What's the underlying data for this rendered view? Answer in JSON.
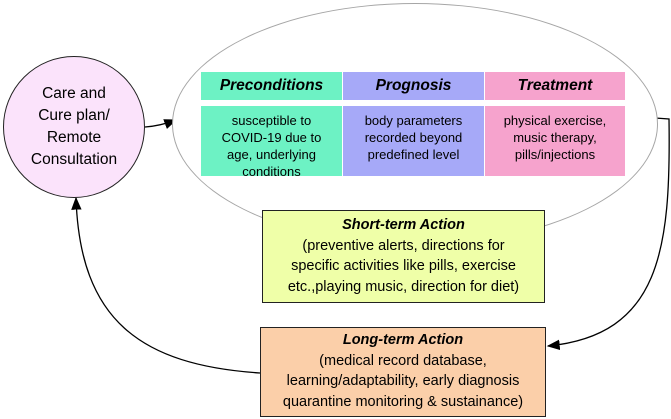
{
  "care_plan": {
    "label_lines": [
      "Care and",
      "Cure plan/",
      "Remote",
      "Consultation"
    ]
  },
  "table": {
    "headers": [
      "Preconditions",
      "Prognosis",
      "Treatment"
    ],
    "cells": [
      [
        "susceptible to",
        "COVID-19 due to",
        "age, underlying",
        "conditions"
      ],
      [
        "body parameters",
        "recorded beyond",
        "predefined level"
      ],
      [
        "physical exercise,",
        "music therapy,",
        "pills/injections"
      ]
    ]
  },
  "short_term": {
    "title": "Short-term Action",
    "lines": [
      "(preventive alerts, directions for",
      "specific activities like pills, exercise",
      "etc.,playing music, direction for diet)"
    ]
  },
  "long_term": {
    "title": "Long-term Action",
    "lines": [
      "(medical record database,",
      "learning/adaptability, early diagnosis",
      "quarantine monitoring & sustainance)"
    ]
  },
  "colors": {
    "care_fill": "#fbe3fb",
    "preconditions": "#6df2c4",
    "prognosis": "#a6a9f8",
    "treatment": "#f6a3cd",
    "short_term_fill": "#efffa8",
    "long_term_fill": "#fbcfa9",
    "ellipse_border": "#a6a6a6"
  }
}
